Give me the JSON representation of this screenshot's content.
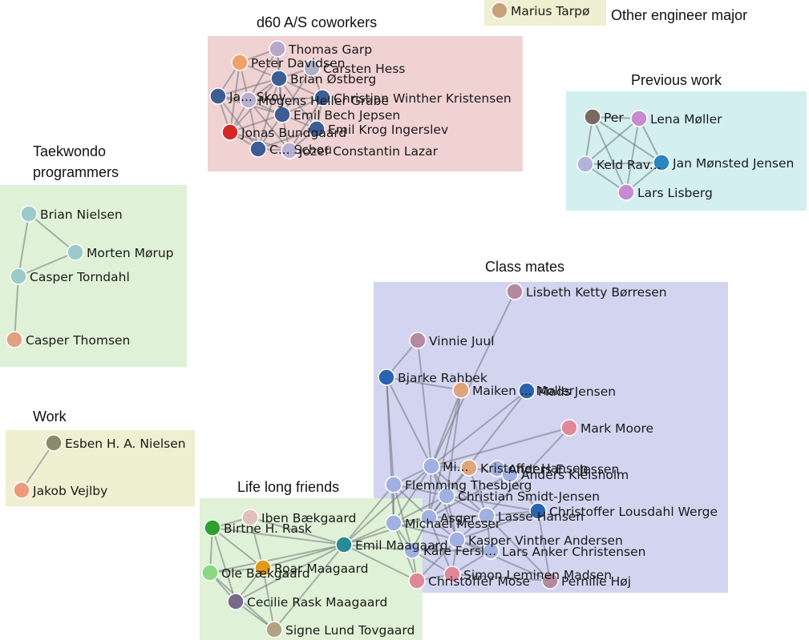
{
  "groups": [
    {
      "id": "d60",
      "title": "d60 A/S coworkers",
      "color": "#f0d2d2"
    },
    {
      "id": "other",
      "title": "Other engineer major",
      "color": "#efefd1"
    },
    {
      "id": "prev",
      "title": "Previous work",
      "color": "#d3eff0"
    },
    {
      "id": "tkd",
      "title": [
        "Taekwondo",
        "programmers"
      ],
      "color": "#dff1d6"
    },
    {
      "id": "class",
      "title": "Class mates",
      "color": "#d2d4f0"
    },
    {
      "id": "work",
      "title": "Work",
      "color": "#efefd1"
    },
    {
      "id": "life",
      "title": "Life long friends",
      "color": "#dff1d6"
    }
  ],
  "nodes": [
    {
      "id": "thomas_garp",
      "label": "Thomas Garp",
      "group": "d60",
      "color": "#b8a8c8"
    },
    {
      "id": "peter_davidsen",
      "label": "Peter Davidsen",
      "group": "d60",
      "color": "#f2a06a"
    },
    {
      "id": "carsten_hess",
      "label": "Carsten Hess",
      "group": "d60",
      "color": "#b0b0c8"
    },
    {
      "id": "brian_ostberg",
      "label": "Brian Østberg",
      "group": "d60",
      "color": "#3e5d94"
    },
    {
      "id": "ja_skov",
      "label": "Ja... Skov",
      "group": "d60",
      "color": "#3e5d94"
    },
    {
      "id": "mogens",
      "label": "Mogens Heller Grabe",
      "group": "d60",
      "color": "#b8b0d0"
    },
    {
      "id": "christian_wk",
      "label": "Christian Winther Kristensen",
      "group": "d60",
      "color": "#3e5d94"
    },
    {
      "id": "emil_bech",
      "label": "Emil Bech Jepsen",
      "group": "d60",
      "color": "#3e5d94"
    },
    {
      "id": "jonas_b",
      "label": "Jonas Bundgaard",
      "group": "d60",
      "color": "#d62728"
    },
    {
      "id": "emil_krog",
      "label": "Emil Krog Ingerslev",
      "group": "d60",
      "color": "#3e5d94"
    },
    {
      "id": "c_schou",
      "label": "C... Schou",
      "group": "d60",
      "color": "#3e5d94"
    },
    {
      "id": "jozef",
      "label": "Jozef Constantin Lazar",
      "group": "d60",
      "color": "#b8b0d0"
    },
    {
      "id": "marius",
      "label": "Marius Tarpø",
      "group": "other",
      "color": "#c9a07a"
    },
    {
      "id": "per",
      "label": "Per",
      "group": "prev",
      "color": "#7a6a62"
    },
    {
      "id": "lena",
      "label": "Lena Møller",
      "group": "prev",
      "color": "#c88ad0"
    },
    {
      "id": "keld",
      "label": "Keld Rav...",
      "group": "prev",
      "color": "#b0b4d8"
    },
    {
      "id": "jan_mj",
      "label": "Jan Mønsted Jensen",
      "group": "prev",
      "color": "#2a86c0"
    },
    {
      "id": "lars_l",
      "label": "Lars Lisberg",
      "group": "prev",
      "color": "#c88ad0"
    },
    {
      "id": "brian_n",
      "label": "Brian Nielsen",
      "group": "tkd",
      "color": "#9ccaca"
    },
    {
      "id": "morten_m",
      "label": "Morten Mørup",
      "group": "tkd",
      "color": "#9ccaca"
    },
    {
      "id": "casper_torn",
      "label": "Casper Torndahl",
      "group": "tkd",
      "color": "#9ccaca"
    },
    {
      "id": "casper_thom",
      "label": "Casper Thomsen",
      "group": "tkd",
      "color": "#e2a080"
    },
    {
      "id": "lisbeth",
      "label": "Lisbeth Ketty Børresen",
      "group": "class",
      "color": "#b48aa0"
    },
    {
      "id": "vinnie",
      "label": "Vinnie Juul",
      "group": "class",
      "color": "#b48aa0"
    },
    {
      "id": "bjarke",
      "label": "Bjarke Rahbek",
      "group": "class",
      "color": "#2a64b0"
    },
    {
      "id": "maiken",
      "label": "Maiken ... Møller",
      "group": "class",
      "color": "#e0a47a"
    },
    {
      "id": "mads_j",
      "label": "Mads Jensen",
      "group": "class",
      "color": "#2a64b0"
    },
    {
      "id": "mark_m",
      "label": "Mark Moore",
      "group": "class",
      "color": "#e08898"
    },
    {
      "id": "mi_c",
      "label": "Mi...",
      "group": "class",
      "color": "#a0b0e0"
    },
    {
      "id": "kristoffer",
      "label": "Kristoffer Hansen",
      "group": "class",
      "color": "#e0a47a"
    },
    {
      "id": "anders_e",
      "label": "Anders E... Jessen",
      "group": "class",
      "color": "#a0b0e0"
    },
    {
      "id": "anders_k",
      "label": "Anders Kielsholm",
      "group": "class",
      "color": "#a0b0e0"
    },
    {
      "id": "flemming",
      "label": "Flemming Thesbjerg",
      "group": "class",
      "color": "#a0b0e0"
    },
    {
      "id": "christian_sj",
      "label": "Christian Smidt-Jensen",
      "group": "class",
      "color": "#a0b0e0"
    },
    {
      "id": "christoffer_lw",
      "label": "Christoffer Lousdahl Werge",
      "group": "class",
      "color": "#2a64b0"
    },
    {
      "id": "asger",
      "label": "Asger ...",
      "group": "class",
      "color": "#a0b0e0"
    },
    {
      "id": "michael_m",
      "label": "Michael Messer",
      "group": "class",
      "color": "#a0b0e0"
    },
    {
      "id": "lasse_h",
      "label": "Lasse Hansen",
      "group": "class",
      "color": "#a0b0e0"
    },
    {
      "id": "kasper_va",
      "label": "Kasper Vinther Andersen",
      "group": "class",
      "color": "#a0b0e0"
    },
    {
      "id": "kare_f",
      "label": "Kåre Fersl...",
      "group": "class",
      "color": "#a0b0e0"
    },
    {
      "id": "lars_ac",
      "label": "Lars Anker Christensen",
      "group": "class",
      "color": "#a0b0e0"
    },
    {
      "id": "simon_lm",
      "label": "Simon Leminen Madsen",
      "group": "class",
      "color": "#e08898"
    },
    {
      "id": "christoffer_m",
      "label": "Christoffer Mose",
      "group": "class",
      "color": "#e08898"
    },
    {
      "id": "pernille",
      "label": "Pernille Høj",
      "group": "class",
      "color": "#b48aa0"
    },
    {
      "id": "esben",
      "label": "Esben H. A. Nielsen",
      "group": "work",
      "color": "#8a8a6a"
    },
    {
      "id": "jakob_v",
      "label": "Jakob Vejlby",
      "group": "work",
      "color": "#ee9a7a"
    },
    {
      "id": "iben",
      "label": "Iben Bækgaard",
      "group": "life",
      "color": "#e0c0b8"
    },
    {
      "id": "birtne",
      "label": "Birtne H. Rask",
      "group": "life",
      "color": "#2ca02c"
    },
    {
      "id": "emil_m",
      "label": "Emil Maagaard",
      "group": "life",
      "color": "#2a8a94"
    },
    {
      "id": "roar",
      "label": "Roar Maagaard",
      "group": "life",
      "color": "#e09a1a"
    },
    {
      "id": "ole_b",
      "label": "Ole Bækgaard",
      "group": "life",
      "color": "#8ad880"
    },
    {
      "id": "cecilie",
      "label": "Cecilie Rask Maagaard",
      "group": "life",
      "color": "#7a6a8a"
    },
    {
      "id": "signe",
      "label": "Signe Lund Tovgaard",
      "group": "life",
      "color": "#b0a480"
    }
  ],
  "edges": [
    [
      "thomas_garp",
      "brian_ostberg"
    ],
    [
      "thomas_garp",
      "peter_davidsen"
    ],
    [
      "thomas_garp",
      "mogens"
    ],
    [
      "thomas_garp",
      "emil_bech"
    ],
    [
      "peter_davidsen",
      "brian_ostberg"
    ],
    [
      "peter_davidsen",
      "ja_skov"
    ],
    [
      "peter_davidsen",
      "jonas_b"
    ],
    [
      "peter_davidsen",
      "mogens"
    ],
    [
      "carsten_hess",
      "brian_ostberg"
    ],
    [
      "carsten_hess",
      "emil_bech"
    ],
    [
      "carsten_hess",
      "christian_wk"
    ],
    [
      "brian_ostberg",
      "ja_skov"
    ],
    [
      "brian_ostberg",
      "mogens"
    ],
    [
      "brian_ostberg",
      "emil_bech"
    ],
    [
      "brian_ostberg",
      "jonas_b"
    ],
    [
      "brian_ostberg",
      "christian_wk"
    ],
    [
      "brian_ostberg",
      "c_schou"
    ],
    [
      "brian_ostberg",
      "emil_krog"
    ],
    [
      "ja_skov",
      "mogens"
    ],
    [
      "ja_skov",
      "jonas_b"
    ],
    [
      "ja_skov",
      "emil_bech"
    ],
    [
      "ja_skov",
      "c_schou"
    ],
    [
      "mogens",
      "emil_bech"
    ],
    [
      "mogens",
      "jonas_b"
    ],
    [
      "mogens",
      "christian_wk"
    ],
    [
      "mogens",
      "c_schou"
    ],
    [
      "mogens",
      "jozef"
    ],
    [
      "christian_wk",
      "emil_bech"
    ],
    [
      "christian_wk",
      "emil_krog"
    ],
    [
      "christian_wk",
      "jozef"
    ],
    [
      "emil_bech",
      "emil_krog"
    ],
    [
      "emil_bech",
      "jonas_b"
    ],
    [
      "emil_bech",
      "c_schou"
    ],
    [
      "emil_bech",
      "jozef"
    ],
    [
      "jonas_b",
      "c_schou"
    ],
    [
      "jonas_b",
      "jozef"
    ],
    [
      "emil_krog",
      "jozef"
    ],
    [
      "c_schou",
      "jozef"
    ],
    [
      "emil_krog",
      "c_schou"
    ],
    [
      "per",
      "lena"
    ],
    [
      "per",
      "keld"
    ],
    [
      "per",
      "jan_mj"
    ],
    [
      "per",
      "lars_l"
    ],
    [
      "lena",
      "keld"
    ],
    [
      "lena",
      "jan_mj"
    ],
    [
      "lena",
      "lars_l"
    ],
    [
      "keld",
      "jan_mj"
    ],
    [
      "keld",
      "lars_l"
    ],
    [
      "jan_mj",
      "lars_l"
    ],
    [
      "brian_n",
      "morten_m"
    ],
    [
      "brian_n",
      "casper_torn"
    ],
    [
      "morten_m",
      "casper_torn"
    ],
    [
      "casper_torn",
      "casper_thom"
    ],
    [
      "esben",
      "jakob_v"
    ],
    [
      "lisbeth",
      "mi_c"
    ],
    [
      "vinnie",
      "bjarke"
    ],
    [
      "vinnie",
      "mi_c"
    ],
    [
      "bjarke",
      "maiken"
    ],
    [
      "bjarke",
      "mi_c"
    ],
    [
      "bjarke",
      "flemming"
    ],
    [
      "bjarke",
      "michael_m"
    ],
    [
      "maiken",
      "mi_c"
    ],
    [
      "maiken",
      "christian_sj"
    ],
    [
      "maiken",
      "asger"
    ],
    [
      "mads_j",
      "mi_c"
    ],
    [
      "mads_j",
      "asger"
    ],
    [
      "mark_m",
      "mi_c"
    ],
    [
      "mark_m",
      "lasse_h"
    ],
    [
      "mi_c",
      "kristoffer"
    ],
    [
      "mi_c",
      "flemming"
    ],
    [
      "mi_c",
      "christian_sj"
    ],
    [
      "mi_c",
      "michael_m"
    ],
    [
      "mi_c",
      "asger"
    ],
    [
      "mi_c",
      "lasse_h"
    ],
    [
      "mi_c",
      "kasper_va"
    ],
    [
      "kristoffer",
      "anders_k"
    ],
    [
      "kristoffer",
      "christian_sj"
    ],
    [
      "kristoffer",
      "lasse_h"
    ],
    [
      "anders_k",
      "christoffer_lw"
    ],
    [
      "anders_k",
      "asger"
    ],
    [
      "flemming",
      "michael_m"
    ],
    [
      "flemming",
      "christian_sj"
    ],
    [
      "flemming",
      "asger"
    ],
    [
      "flemming",
      "kare_f"
    ],
    [
      "christian_sj",
      "asger"
    ],
    [
      "christian_sj",
      "lasse_h"
    ],
    [
      "christian_sj",
      "michael_m"
    ],
    [
      "christian_sj",
      "christoffer_lw"
    ],
    [
      "christian_sj",
      "kasper_va"
    ],
    [
      "christoffer_lw",
      "lasse_h"
    ],
    [
      "christoffer_lw",
      "kasper_va"
    ],
    [
      "christoffer_lw",
      "pernille"
    ],
    [
      "asger",
      "michael_m"
    ],
    [
      "asger",
      "lasse_h"
    ],
    [
      "asger",
      "kasper_va"
    ],
    [
      "asger",
      "kare_f"
    ],
    [
      "asger",
      "simon_lm"
    ],
    [
      "michael_m",
      "kare_f"
    ],
    [
      "michael_m",
      "christoffer_m"
    ],
    [
      "michael_m",
      "kasper_va"
    ],
    [
      "lasse_h",
      "kasper_va"
    ],
    [
      "lasse_h",
      "lars_ac"
    ],
    [
      "lasse_h",
      "pernille"
    ],
    [
      "kasper_va",
      "lars_ac"
    ],
    [
      "kasper_va",
      "simon_lm"
    ],
    [
      "kasper_va",
      "pernille"
    ],
    [
      "kasper_va",
      "christoffer_m"
    ],
    [
      "kare_f",
      "lars_ac"
    ],
    [
      "kare_f",
      "simon_lm"
    ],
    [
      "kare_f",
      "christoffer_m"
    ],
    [
      "lars_ac",
      "simon_lm"
    ],
    [
      "simon_lm",
      "christoffer_m"
    ],
    [
      "simon_lm",
      "pernille"
    ],
    [
      "emil_m",
      "mi_c"
    ],
    [
      "emil_m",
      "flemming"
    ],
    [
      "emil_m",
      "michael_m"
    ],
    [
      "emil_m",
      "asger"
    ],
    [
      "emil_m",
      "kare_f"
    ],
    [
      "emil_m",
      "christoffer_m"
    ],
    [
      "emil_m",
      "iben"
    ],
    [
      "emil_m",
      "birtne"
    ],
    [
      "emil_m",
      "roar"
    ],
    [
      "emil_m",
      "ole_b"
    ],
    [
      "emil_m",
      "cecilie"
    ],
    [
      "emil_m",
      "signe"
    ],
    [
      "iben",
      "roar"
    ],
    [
      "iben",
      "birtne"
    ],
    [
      "birtne",
      "roar"
    ],
    [
      "birtne",
      "ole_b"
    ],
    [
      "birtne",
      "cecilie"
    ],
    [
      "roar",
      "ole_b"
    ],
    [
      "roar",
      "cecilie"
    ],
    [
      "roar",
      "signe"
    ],
    [
      "ole_b",
      "cecilie"
    ],
    [
      "ole_b",
      "signe"
    ],
    [
      "cecilie",
      "signe"
    ]
  ]
}
